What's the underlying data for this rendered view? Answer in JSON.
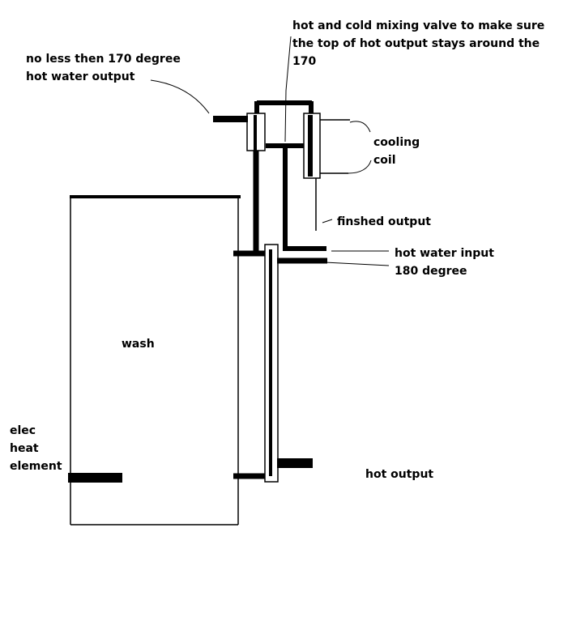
{
  "labels": {
    "hot_output_line1": "no less then 170 degree",
    "hot_output_line2": "hot water output",
    "mixing_valve_line1": "hot and cold mixing valve to make sure",
    "mixing_valve_line2": "the top of hot output stays around the",
    "mixing_valve_line3": "170",
    "cooling": "cooling",
    "coil": "coil",
    "finished_output": "finshed output",
    "hot_water_input": "hot water input",
    "input_temp": "180 degree",
    "wash": "wash",
    "elec": "elec",
    "heat": "heat",
    "element": "element",
    "hot_output": "hot output"
  },
  "colors": {
    "ink": "#000000",
    "background": "#ffffff"
  }
}
